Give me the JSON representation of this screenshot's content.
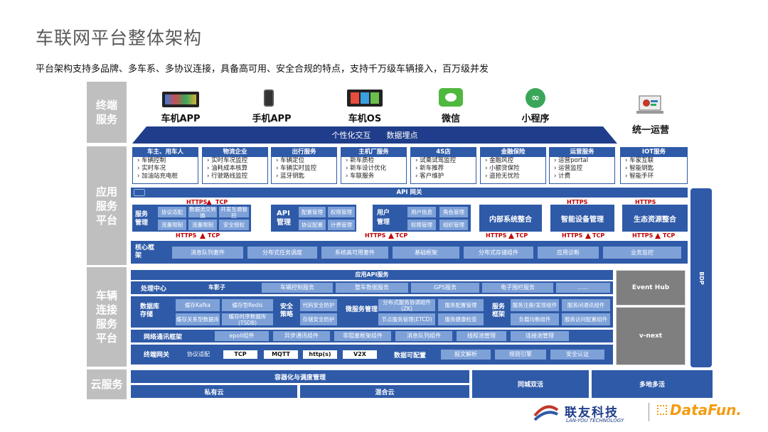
{
  "title": "车联网平台整体架构",
  "subtitle": "平台架构支持多品牌、多车系、多协议连接，具备高可用、安全合规的特点，支持千万级车辆接入，百万级并发",
  "layers": [
    "终端服务",
    "应用服务平台",
    "车辆连接服务平台",
    "云服务"
  ],
  "terminals": [
    "车机APP",
    "手机APP",
    "车机OS",
    "微信",
    "小程序",
    "统一运营"
  ],
  "banner": [
    "个性化交互",
    "数据埋点"
  ],
  "app_columns": [
    {
      "title": "车主、用车人",
      "items": [
        "车辆控制",
        "实时车况",
        "加油站充电桩"
      ]
    },
    {
      "title": "物流企业",
      "items": [
        "实时车况监控",
        "油耗成本核算",
        "行驶路线监控"
      ]
    },
    {
      "title": "出行服务",
      "items": [
        "车辆定位",
        "车辆实时监控",
        "蓝牙钥匙"
      ]
    },
    {
      "title": "主机厂服务",
      "items": [
        "新车质检",
        "新车设计优化",
        "车联服务"
      ]
    },
    {
      "title": "4S店",
      "items": [
        "试乘试驾监控",
        "新车推荐",
        "客户维护"
      ]
    },
    {
      "title": "金融保险",
      "items": [
        "金融风控",
        "小额贷保险",
        "盗抢无忧险"
      ]
    },
    {
      "title": "运营服务",
      "items": [
        "运营portal",
        "运营监控",
        "计费"
      ]
    },
    {
      "title": "IOT服务",
      "items": [
        "车家互联",
        "智能钥匙",
        "智能手环"
      ]
    }
  ],
  "api_gateway": "API 网关",
  "protocol": {
    "https": "HTTPS",
    "tcp": "TCP"
  },
  "service_mgmt": {
    "label": "服务管理",
    "cells": [
      "协议适配",
      "数据流交转换",
      "开发互通管控",
      "流量限制",
      "流量限制",
      "安全授权"
    ]
  },
  "api_mgmt": {
    "label": "API管理",
    "cells": [
      "配置管理",
      "权限管理",
      "协议配置",
      "计费管理"
    ]
  },
  "user_mgmt": {
    "label": "用户管理",
    "cells": [
      "用户信息",
      "角色管理",
      "权限管理",
      "组织管理"
    ]
  },
  "integrations": [
    "内部系统整合",
    "智能设备管理",
    "生态资源整合"
  ],
  "core_framework": {
    "label": "核心框架",
    "items": [
      "消息队列套件",
      "分布式任务调度",
      "系统高可用套件",
      "基础框架",
      "分布式存储组件",
      "应用诊断",
      "业务监控"
    ]
  },
  "app_api": "应用API服务",
  "processing": {
    "label": "处理中心",
    "items": [
      "车影子",
      "车辆控制服务",
      "整车数据服务",
      "GPS服务",
      "电子围栏服务",
      "......"
    ]
  },
  "db_storage": {
    "label": "数据库存储",
    "cells": [
      "缓存Kafka",
      "缓存型Redis",
      "缓存关系型数据库",
      "缓存时序数据库(TSDB)"
    ]
  },
  "security": {
    "label": "安全策略",
    "cells": [
      "代码安全防护",
      "存储安全防护"
    ]
  },
  "micro": {
    "label": "微服务管理",
    "cells": [
      "分布式服务协调组件(ZK)",
      "服务配置管理",
      "节点服务管理(ETCD)",
      "服务健康检查"
    ]
  },
  "service_fw": {
    "label": "服务框架",
    "cells": [
      "服务注册/发现组件",
      "服务间通讯组件",
      "负载均衡组件",
      "服务访问配置组件"
    ]
  },
  "network": {
    "label": "网络通讯框架",
    "items": [
      "epoll组件",
      "异步通讯组件",
      "非阻塞框架组件",
      "消息队列组件",
      "线程池管理",
      "连接池管理"
    ]
  },
  "terminal_gw": {
    "label": "终端网关",
    "adapter": "协议适配",
    "protocols": [
      "TCP",
      "MQTT",
      "http(s)",
      "V2X"
    ],
    "items": [
      "数据可配置",
      "报文解析",
      "规则引擎",
      "安全认证"
    ]
  },
  "event_hub": "Event Hub",
  "vnext": "v-next",
  "bdp": "BDP",
  "cloud": {
    "container": "容器化与调度管理",
    "private": "私有云",
    "hybrid": "混合云",
    "active": "同城双活",
    "multi": "多地多活"
  },
  "logo": {
    "company": "联友科技",
    "company_en": "LAN-YOU TECHNOLOGY",
    "partner": "DataFun."
  }
}
